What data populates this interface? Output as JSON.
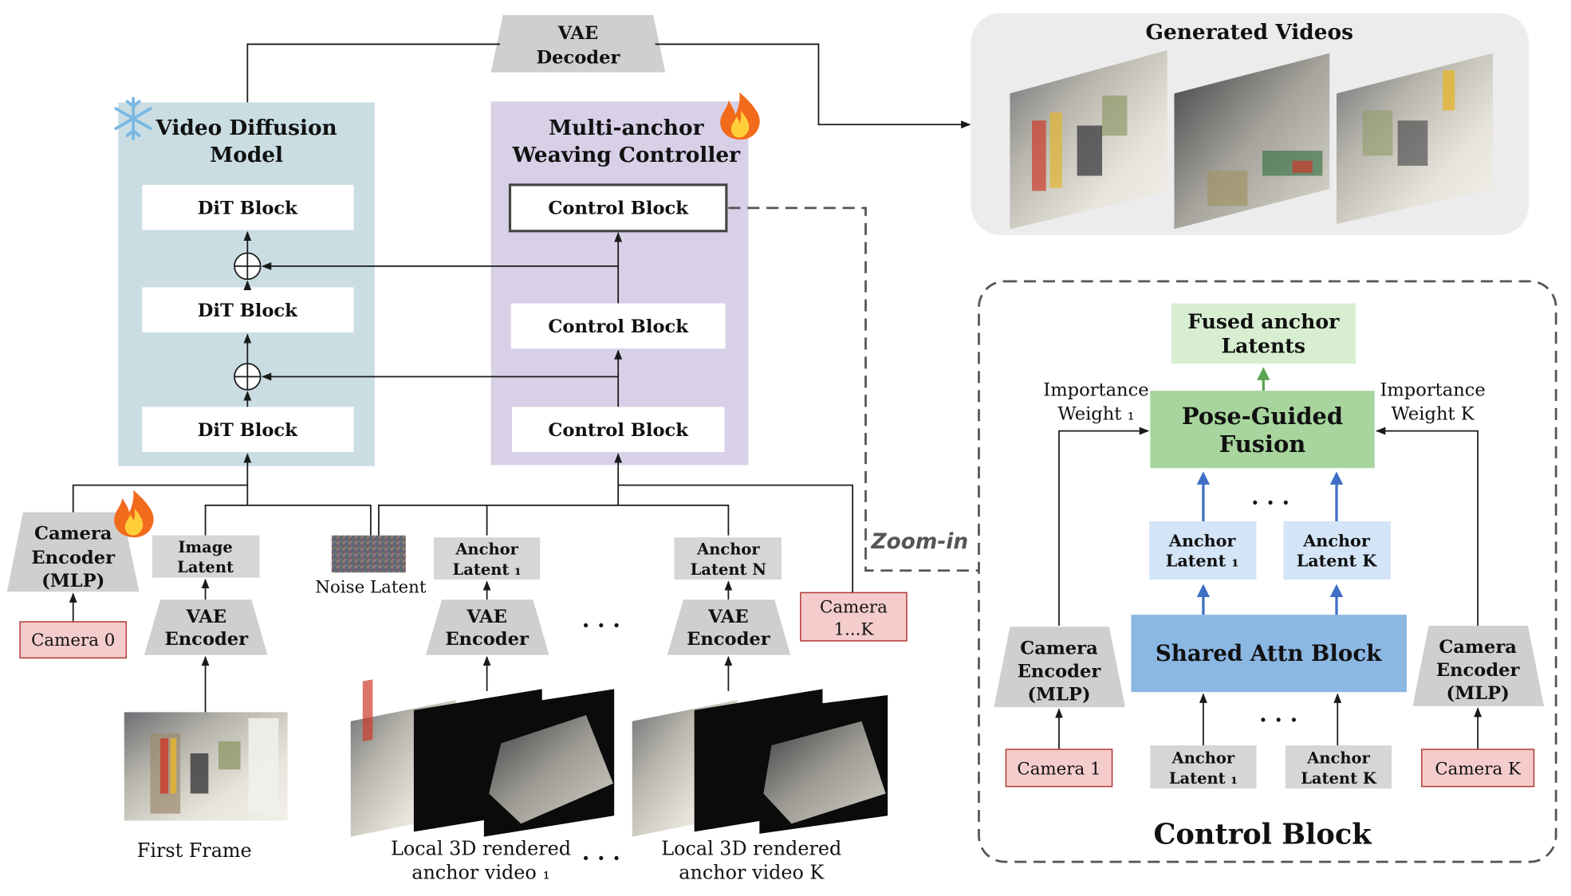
{
  "colors": {
    "video_diffusion_panel": "#c9dde3",
    "controller_panel": "#d7d0e7",
    "generated_panel": "#ececec",
    "fusion_box": "#a7d59d",
    "fused_output_box": "#d8eed1",
    "anchor_latent_box": "#d3e5f7",
    "shared_attn_box": "#8bb7e3",
    "camera_box": "#f4cccc",
    "trapezoid_gray": "#cfcfcf",
    "latent_gray": "#d6d6d6",
    "blue_arrow": "#3f6fc4",
    "green_arrow": "#5aa552"
  },
  "icons": {
    "snowflake": "snowflake-icon",
    "fire": "fire-icon"
  },
  "top": {
    "vae_decoder": [
      "VAE",
      "Decoder"
    ]
  },
  "video_diffusion": {
    "title": [
      "Video Diffusion",
      "Model"
    ],
    "blocks": [
      "DiT Block",
      "DiT Block",
      "DiT Block"
    ]
  },
  "controller": {
    "title": [
      "Multi-anchor",
      "Weaving Controller"
    ],
    "blocks": [
      "Control Block",
      "Control Block",
      "Control Block"
    ]
  },
  "generated": {
    "title": "Generated Videos"
  },
  "inputs": {
    "camera_encoder": [
      "Camera",
      "Encoder",
      "(MLP)"
    ],
    "camera0": "Camera 0",
    "image_latent": [
      "Image",
      "Latent"
    ],
    "vae_encoder": [
      "VAE",
      "Encoder"
    ],
    "noise_latent": "Noise Latent",
    "anchor_latent_1": [
      "Anchor",
      "Latent ₁"
    ],
    "anchor_latent_n": [
      "Anchor",
      "Latent N"
    ],
    "camera_1k": [
      "Camera",
      "1...K"
    ],
    "ellipsis": "· · ·",
    "first_frame": "First Frame",
    "anchor_video_1": [
      "Local 3D rendered",
      "anchor video ₁"
    ],
    "anchor_video_k": [
      "Local 3D rendered",
      "anchor video K"
    ]
  },
  "zoom_in": "Zoom-in",
  "control_block_detail": {
    "title": "Control Block",
    "fused": [
      "Fused anchor",
      "Latents"
    ],
    "fusion": [
      "Pose-Guided",
      "Fusion"
    ],
    "importance_1": [
      "Importance",
      "Weight ₁"
    ],
    "importance_k": [
      "Importance",
      "Weight K"
    ],
    "anchor_latent_1": [
      "Anchor",
      "Latent ₁"
    ],
    "anchor_latent_k": [
      "Anchor",
      "Latent K"
    ],
    "shared_attn": "Shared Attn Block",
    "camera_encoder": [
      "Camera",
      "Encoder",
      "(MLP)"
    ],
    "camera_1": "Camera 1",
    "camera_k": "Camera K",
    "ellipsis": "· · ·"
  }
}
